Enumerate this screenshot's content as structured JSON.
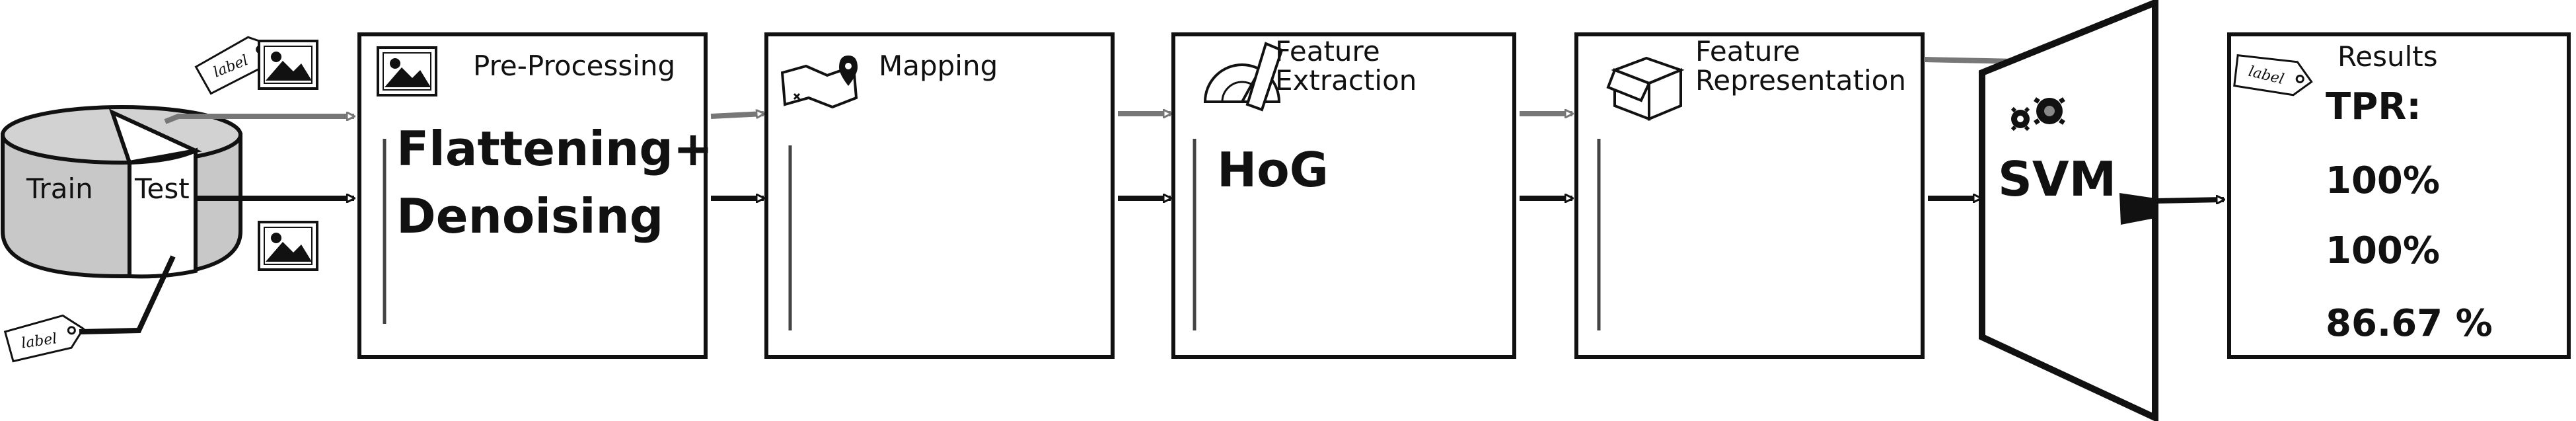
{
  "database": {
    "left_label": "Train",
    "right_label": "Test"
  },
  "tags": {
    "text": "label"
  },
  "stages": [
    {
      "heading": [
        "Pre-Processing"
      ],
      "body": [
        "Flattening+",
        "Denoising"
      ]
    },
    {
      "heading": [
        "Mapping"
      ],
      "body": []
    },
    {
      "heading": [
        "Feature",
        "Extraction"
      ],
      "body": [
        "HoG"
      ]
    },
    {
      "heading": [
        "Feature",
        "Representation"
      ],
      "body": []
    }
  ],
  "classifier": {
    "label": "SVM"
  },
  "results": {
    "heading": "Results",
    "lines": [
      "TPR:",
      "100%",
      "100%",
      "86.67 %"
    ]
  },
  "colors": {
    "line": "#111111",
    "gray_arrow": "#777777",
    "db_fill": "#c8c8c8"
  }
}
